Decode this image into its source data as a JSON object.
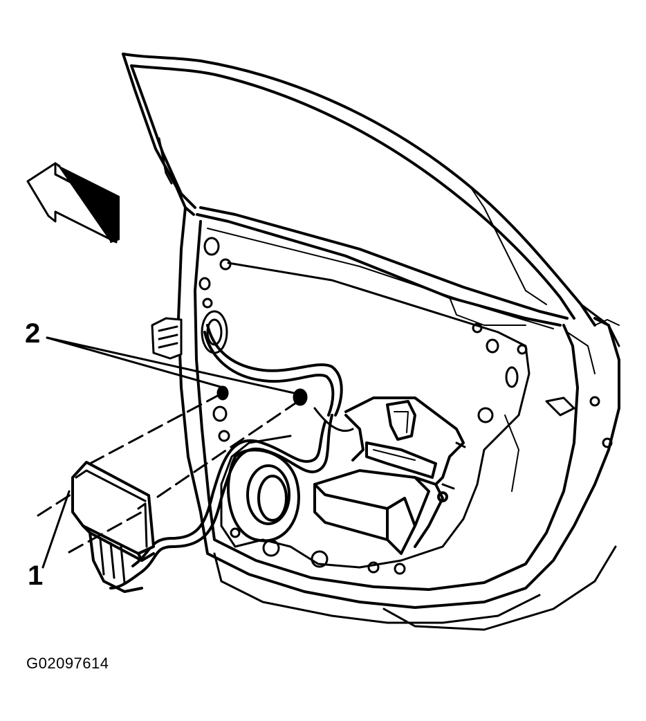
{
  "callouts": {
    "one": "1",
    "two": "2"
  },
  "figure_id": "G02097614",
  "colors": {
    "ink": "#000000",
    "paper": "#ffffff"
  },
  "icons": [
    "direction-arrow-icon"
  ]
}
